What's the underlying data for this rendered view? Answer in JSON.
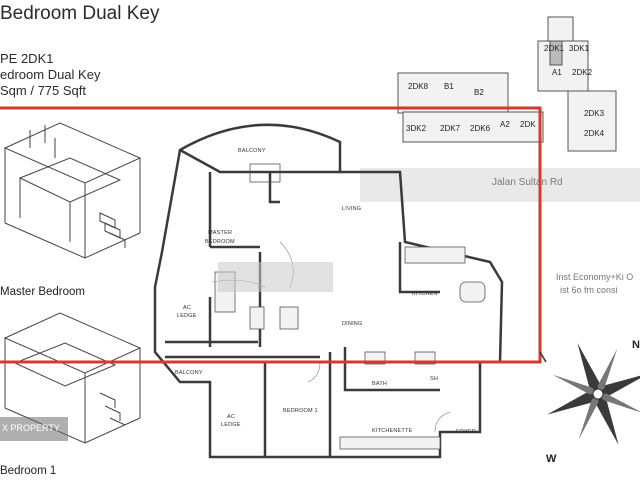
{
  "header": {
    "title": "Bedroom Dual Key",
    "type_line": "PE 2DK1",
    "subtitle_line": "edroom Dual Key",
    "area_line": "Sqm  /  775 Sqft"
  },
  "isometric_labels": {
    "master": "Master Bedroom",
    "bedroom": "Bedroom 1"
  },
  "key_plan": {
    "units": [
      "2DK1",
      "3DK1",
      "A1",
      "2DK2",
      "2DK8",
      "B1",
      "B2",
      "2DK3",
      "3DK2",
      "2DK7",
      "2DK6",
      "A2",
      "2DK",
      "2DK4"
    ]
  },
  "road_label": "Jalan Sultan Rd",
  "side_note": {
    "line1": "Inst Economy+Ki O",
    "line2": "ist 6o fm consi"
  },
  "floor_plan": {
    "rooms": {
      "balcony_top": "BALCONY",
      "living": "LIVING",
      "master": "MASTER",
      "master_sub": "BEDROOM",
      "ac_ledge_1": "AC",
      "ac_ledge_1b": "LEDGE",
      "kitchen": "KITCHEN",
      "dining": "DINING",
      "balcony_bottom": "BALCONY",
      "bath": "BATH",
      "sh": "SH",
      "bedroom1": "BEDROOM 1",
      "ac_ledge_2": "AC",
      "ac_ledge_2b": "LEDGE",
      "kitchenette": "KITCHENETTE",
      "foyer": "FOYER"
    }
  },
  "compass": {
    "w": "W",
    "n": "N"
  },
  "watermark": "X PROPERTY",
  "colors": {
    "highlight": "#d23b2e",
    "walls": "#3a3a3a",
    "road": "#e9e9e9"
  }
}
